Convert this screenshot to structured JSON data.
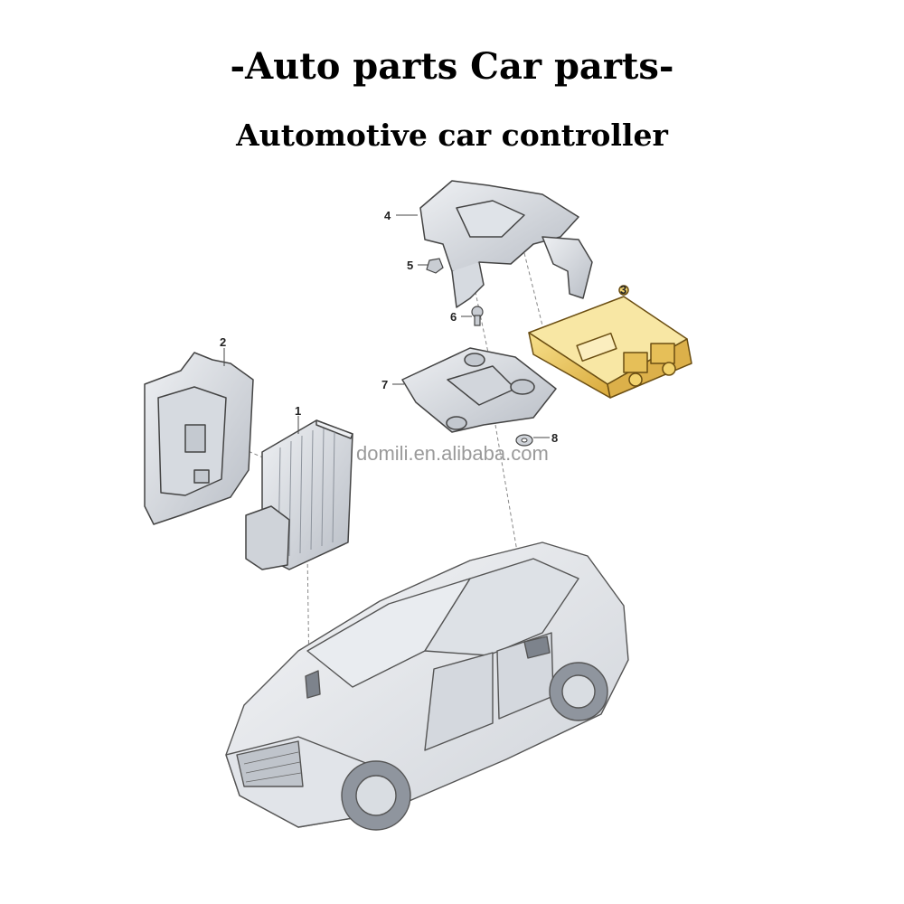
{
  "header": {
    "title": "-Auto parts Car parts-",
    "subtitle": "Automotive car controller"
  },
  "callouts": {
    "c1": "1",
    "c2": "2",
    "c3": "3",
    "c4": "4",
    "c5": "5",
    "c6": "6",
    "c7": "7",
    "c8": "8"
  },
  "watermark": "domili.en.alibaba.com",
  "colors": {
    "highlight": "#f2d36e",
    "part_fill": "#e4e7ec",
    "outline": "#444444"
  }
}
